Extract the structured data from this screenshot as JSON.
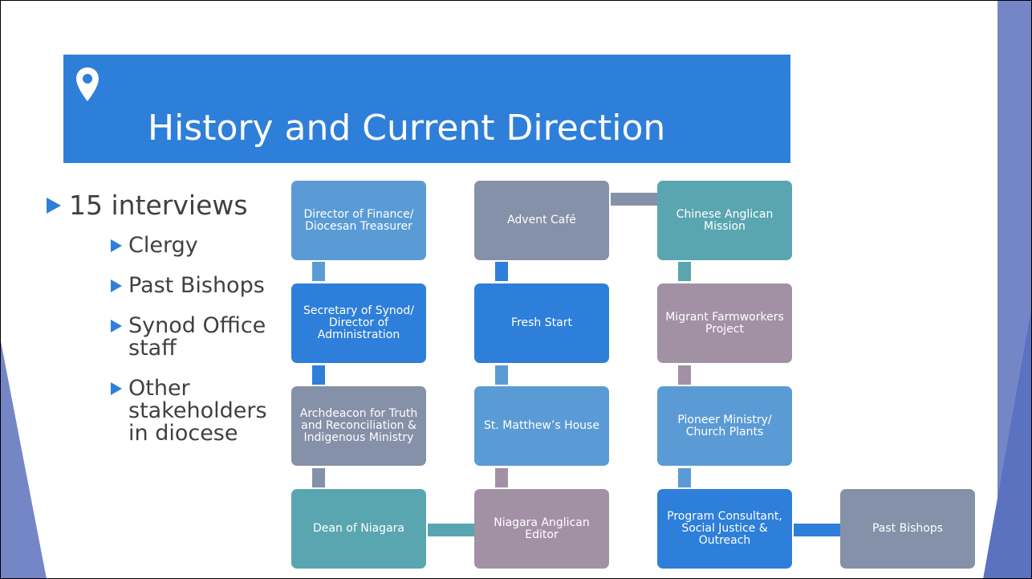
{
  "title": "History and Current Direction",
  "icons": {
    "title": "map-pin-icon"
  },
  "bullets": {
    "main": "15 interviews",
    "sub": [
      "Clergy",
      "Past Bishops",
      "Synod Office staff",
      "Other stakeholders in diocese"
    ]
  },
  "colors": {
    "accent_blue": "#2e7fd9",
    "light_blue": "#5b9bd5",
    "slate": "#8491a8",
    "teal": "#5aa6b0",
    "mauve": "#a291a5",
    "side_decoration": "#7586c7"
  },
  "diagram": {
    "nodes": [
      {
        "id": "n1",
        "label": "Director of Finance/ Diocesan Treasurer"
      },
      {
        "id": "n2",
        "label": "Secretary of Synod/ Director of Administration"
      },
      {
        "id": "n3",
        "label": "Archdeacon for Truth and Reconciliation & Indigenous Ministry"
      },
      {
        "id": "n4",
        "label": "Dean of Niagara"
      },
      {
        "id": "n5",
        "label": "Niagara Anglican Editor"
      },
      {
        "id": "n6",
        "label": "St. Matthew’s House"
      },
      {
        "id": "n7",
        "label": "Fresh Start"
      },
      {
        "id": "n8",
        "label": "Advent Café"
      },
      {
        "id": "n9",
        "label": "Chinese Anglican Mission"
      },
      {
        "id": "n10",
        "label": "Migrant Farmworkers Project"
      },
      {
        "id": "n11",
        "label": "Pioneer Ministry/ Church Plants"
      },
      {
        "id": "n12",
        "label": "Program Consultant, Social Justice & Outreach"
      },
      {
        "id": "n13",
        "label": "Past Bishops"
      }
    ],
    "edges": [
      [
        "n1",
        "n2"
      ],
      [
        "n2",
        "n3"
      ],
      [
        "n3",
        "n4"
      ],
      [
        "n4",
        "n5"
      ],
      [
        "n5",
        "n6"
      ],
      [
        "n6",
        "n7"
      ],
      [
        "n7",
        "n8"
      ],
      [
        "n8",
        "n9"
      ],
      [
        "n9",
        "n10"
      ],
      [
        "n10",
        "n11"
      ],
      [
        "n11",
        "n12"
      ],
      [
        "n12",
        "n13"
      ]
    ]
  }
}
